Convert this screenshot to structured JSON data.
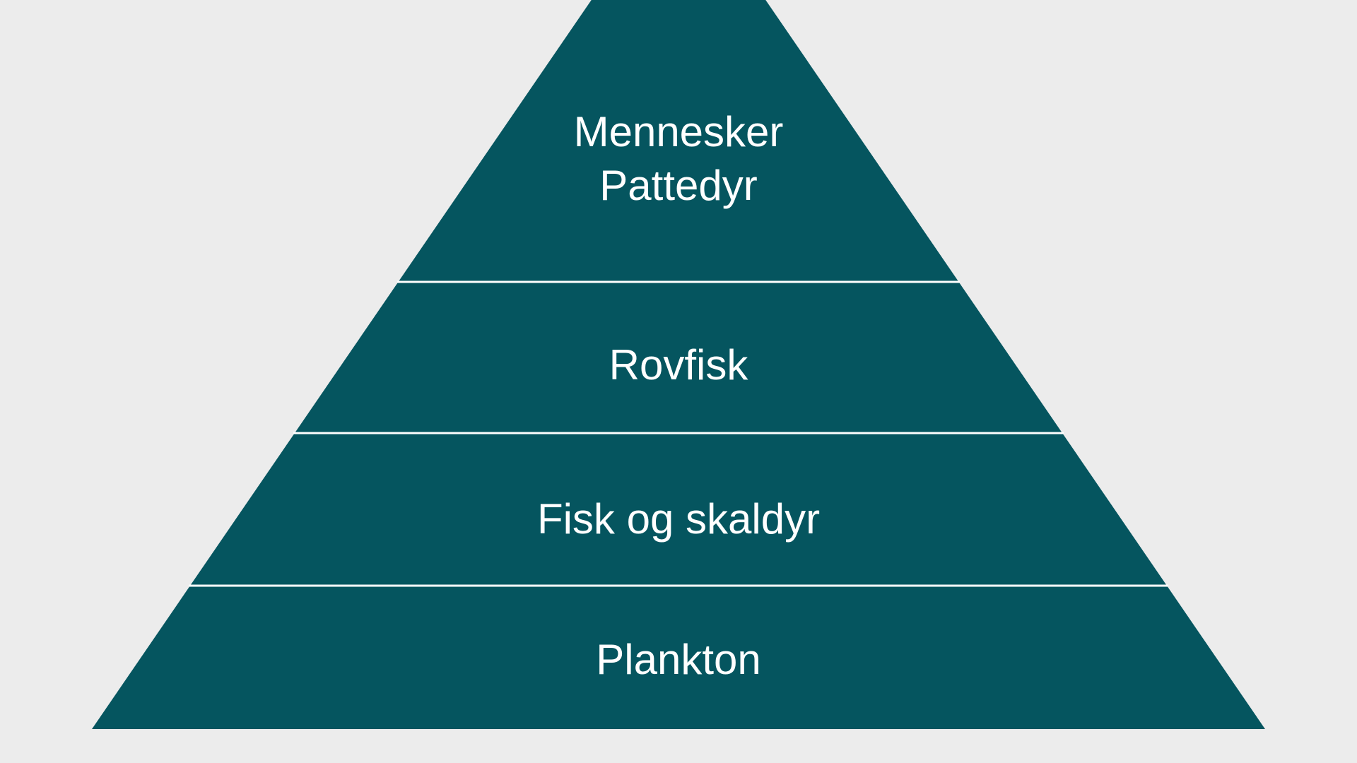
{
  "diagram": {
    "type": "food-chain-pyramid",
    "background_color": "#ECECEC",
    "pyramid_color": "#05555F",
    "divider_color": "#FFFFFF",
    "label_color": "#FFFFFF",
    "levels": [
      {
        "rank": 1,
        "lines": [
          "Mennesker",
          "Pattedyr"
        ]
      },
      {
        "rank": 2,
        "lines": [
          "Rovfisk"
        ]
      },
      {
        "rank": 3,
        "lines": [
          "Fisk og skaldyr"
        ]
      },
      {
        "rank": 4,
        "lines": [
          "Plankton"
        ]
      }
    ]
  }
}
